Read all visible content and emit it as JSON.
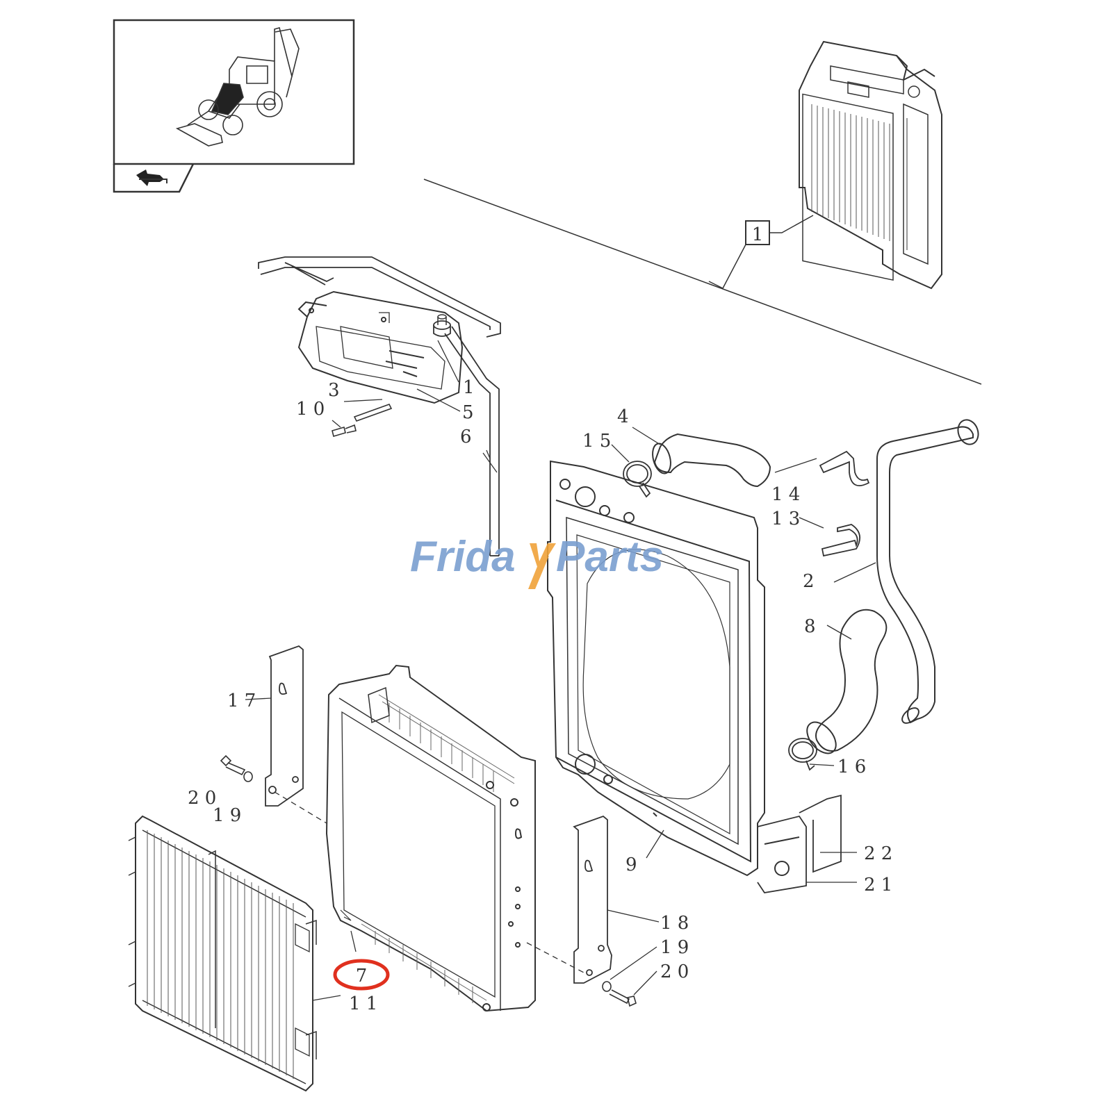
{
  "diagram": {
    "callouts": {
      "c1": "1",
      "c2": "2",
      "c3": "3",
      "c4": "4",
      "c5": "5",
      "c6": "6",
      "c7": "7",
      "c8": "8",
      "c9": "9",
      "c10": "1 0",
      "c11": "1 1",
      "c13": "1 3",
      "c14": "1 4",
      "c15": "1 5",
      "c16": "1 6",
      "c17": "1 7",
      "c18": "1 8",
      "c19a": "1 9",
      "c19b": "1 9",
      "c20a": "2 0",
      "c20b": "2 0",
      "c21": "2 1",
      "c22": "2 2",
      "assembly": "1"
    },
    "highlight": {
      "callout": "7",
      "color": "#e0301e"
    },
    "line_color": "#333333"
  },
  "watermark": {
    "part1": "Frida",
    "part2": "Parts",
    "primary_color": "#7b9fd0",
    "accent_color": "#f0a33a"
  }
}
